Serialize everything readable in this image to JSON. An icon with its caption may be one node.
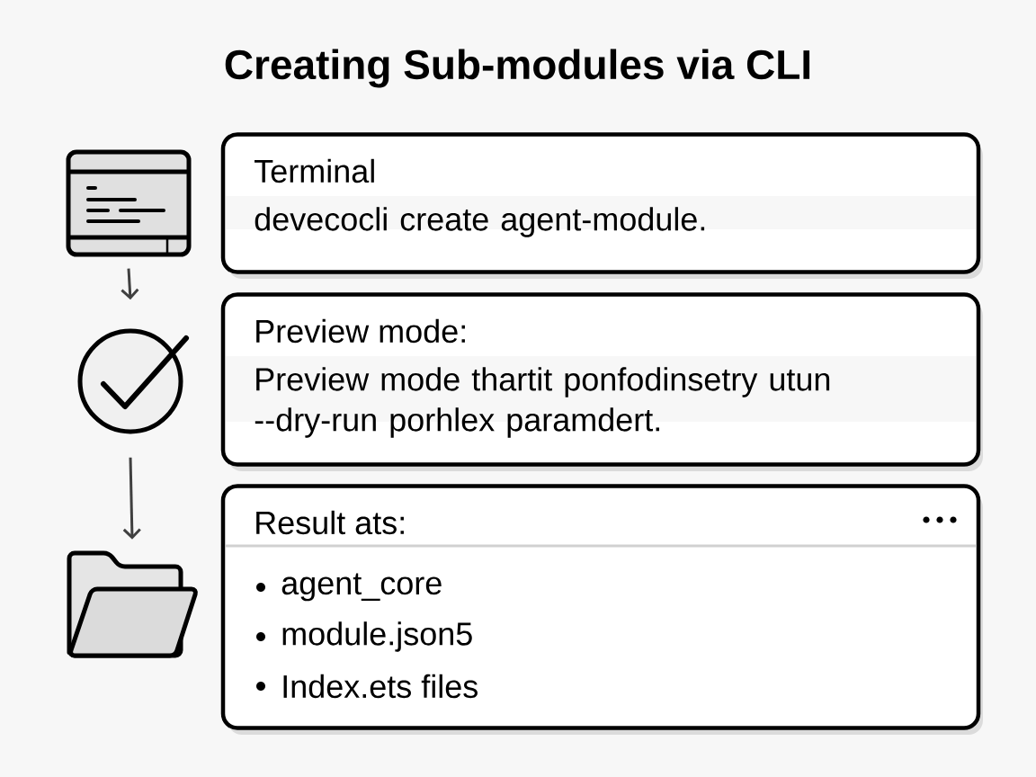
{
  "diagram": {
    "title": "Creating Sub-modules via CLI",
    "nodes": [
      {
        "text": [],
        "shape": "picture"
      },
      {
        "text": [],
        "shape": "picture"
      },
      {
        "text": [],
        "shape": "picture"
      },
      {
        "text": [
          "Terminal",
          "devecocli create agent-module."
        ]
      },
      {
        "text": [
          "Preview mode:",
          "Preview mode thartit ponfodinsetry utun --dry-run porhlex paramdert."
        ]
      },
      {
        "text": [
          "Result ats:",
          "agent_core",
          "module.json5",
          "Index.ets files"
        ]
      }
    ],
    "edges": [
      {
        "from": 0,
        "to": 1,
        "arrow": "to"
      },
      {
        "from": 1,
        "to": 2,
        "arrow": "to"
      }
    ]
  }
}
